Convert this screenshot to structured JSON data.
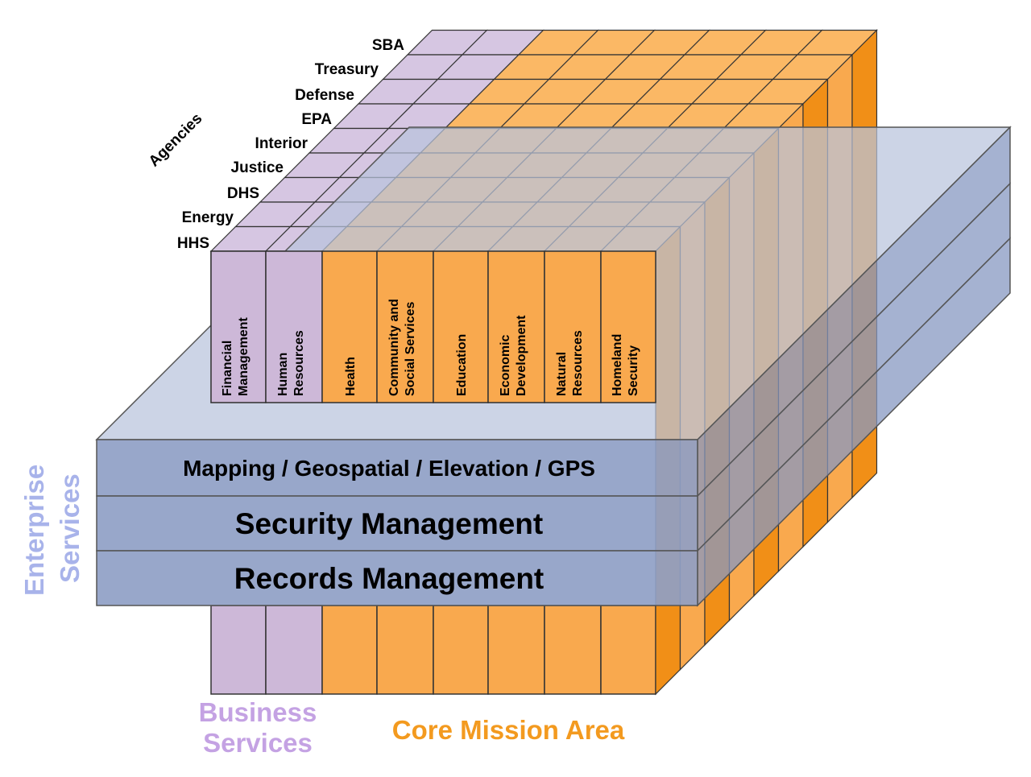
{
  "agencies_axis_label": "Agencies",
  "agencies": [
    "SBA",
    "Treasury",
    "Defense",
    "EPA",
    "Interior",
    "Justice",
    "DHS",
    "Energy",
    "HHS"
  ],
  "business_columns": [
    {
      "line1": "Financial",
      "line2": "Management"
    },
    {
      "line1": "Human",
      "line2": "Resources"
    }
  ],
  "mission_columns": [
    {
      "line1": "Health",
      "line2": ""
    },
    {
      "line1": "Community and",
      "line2": "Social Services"
    },
    {
      "line1": "Education",
      "line2": ""
    },
    {
      "line1": "Economic",
      "line2": "Development"
    },
    {
      "line1": "Natural",
      "line2": "Resources"
    },
    {
      "line1": "Homeland",
      "line2": "Security"
    }
  ],
  "enterprise_bands": [
    "Mapping / Geospatial / Elevation / GPS",
    "Security Management",
    "Records Management"
  ],
  "legend": {
    "enterprise_line1": "Enterprise",
    "enterprise_line2": "Services",
    "business_line1": "Business",
    "business_line2": "Services",
    "core": "Core Mission Area"
  },
  "colors": {
    "business_face": "#cdb8d8",
    "business_top": "#d6c6e2",
    "mission_face": "#f9a94e",
    "mission_top": "#fbb865",
    "mission_side": "#f18f17",
    "band_front": "#8fa0c6",
    "band_top": "#b9c4dc",
    "band_side": "#8798c2",
    "enterprise_text": "#a8b3ea",
    "business_text": "#c4a2e3",
    "core_text": "#f39a1f"
  }
}
